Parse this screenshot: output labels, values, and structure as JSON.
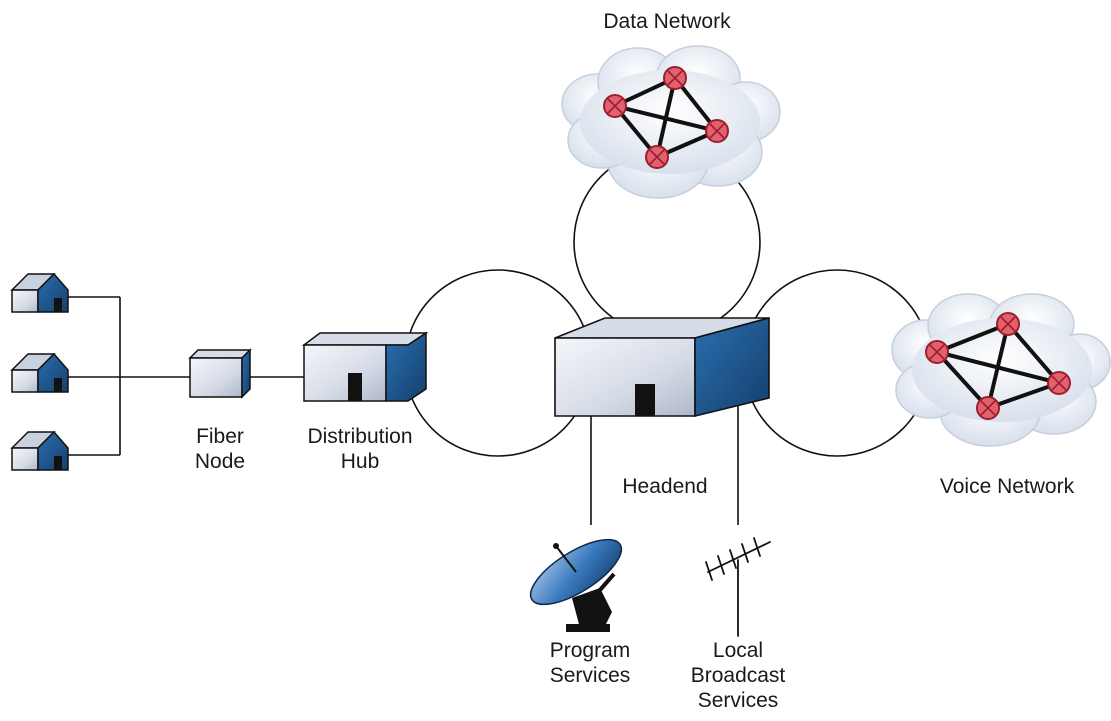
{
  "labels": {
    "data_network": "Data Network",
    "voice_network": "Voice Network",
    "fiber_node": [
      "Fiber",
      "Node"
    ],
    "distribution_hub": [
      "Distribution",
      "Hub"
    ],
    "headend": "Headend",
    "program_services": [
      "Program",
      "Services"
    ],
    "local_broadcast_services": [
      "Local",
      "Broadcast",
      "Services"
    ]
  },
  "icons": {
    "house": "house-icon",
    "fiber_node": "fiber-node-box-icon",
    "distribution_hub": "distribution-hub-building-icon",
    "headend": "headend-building-icon",
    "cloud": "cloud-icon",
    "router": "router-icon",
    "satellite_dish": "satellite-dish-icon",
    "antenna": "antenna-icon"
  },
  "colors": {
    "line": "#111111",
    "building_face_light": "#eef1f6",
    "building_face_mid": "#b9c3d6",
    "building_blue": "#1f5a93",
    "building_blue_dark": "#123a63",
    "cloud": "#e7ecf3",
    "router_fill": "#e3616e",
    "router_stroke": "#9c1f2d"
  }
}
